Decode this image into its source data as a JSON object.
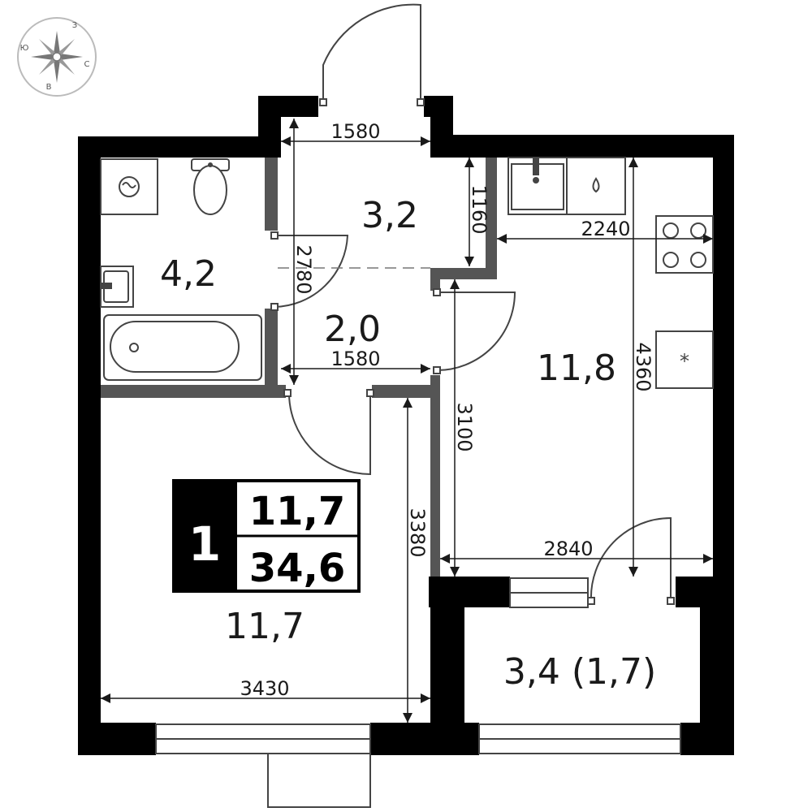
{
  "plan": {
    "rooms": [
      {
        "id": "bathroom",
        "area": "4,2"
      },
      {
        "id": "hall-upper",
        "area": "3,2"
      },
      {
        "id": "hall-lower",
        "area": "2,0"
      },
      {
        "id": "kitchen",
        "area": "11,8"
      },
      {
        "id": "living",
        "area": "11,7"
      },
      {
        "id": "balcony",
        "area": "3,4 (1,7)"
      }
    ],
    "dimensions": {
      "hall_top_width": "1580",
      "hall_bottom_width": "1580",
      "hall_upper_depth": "1160",
      "hall_height": "2780",
      "kitchen_width": "2240",
      "kitchen_height": "4360",
      "kitchen_wall": "3100",
      "living_width": "2840",
      "living_height": "3380",
      "room_width": "3430"
    },
    "summary": {
      "rooms_count": "1",
      "living_area": "11,7",
      "total_area": "34,6"
    },
    "compass": {
      "north": "З",
      "east": "С",
      "south": "В",
      "west": "Ю"
    }
  }
}
